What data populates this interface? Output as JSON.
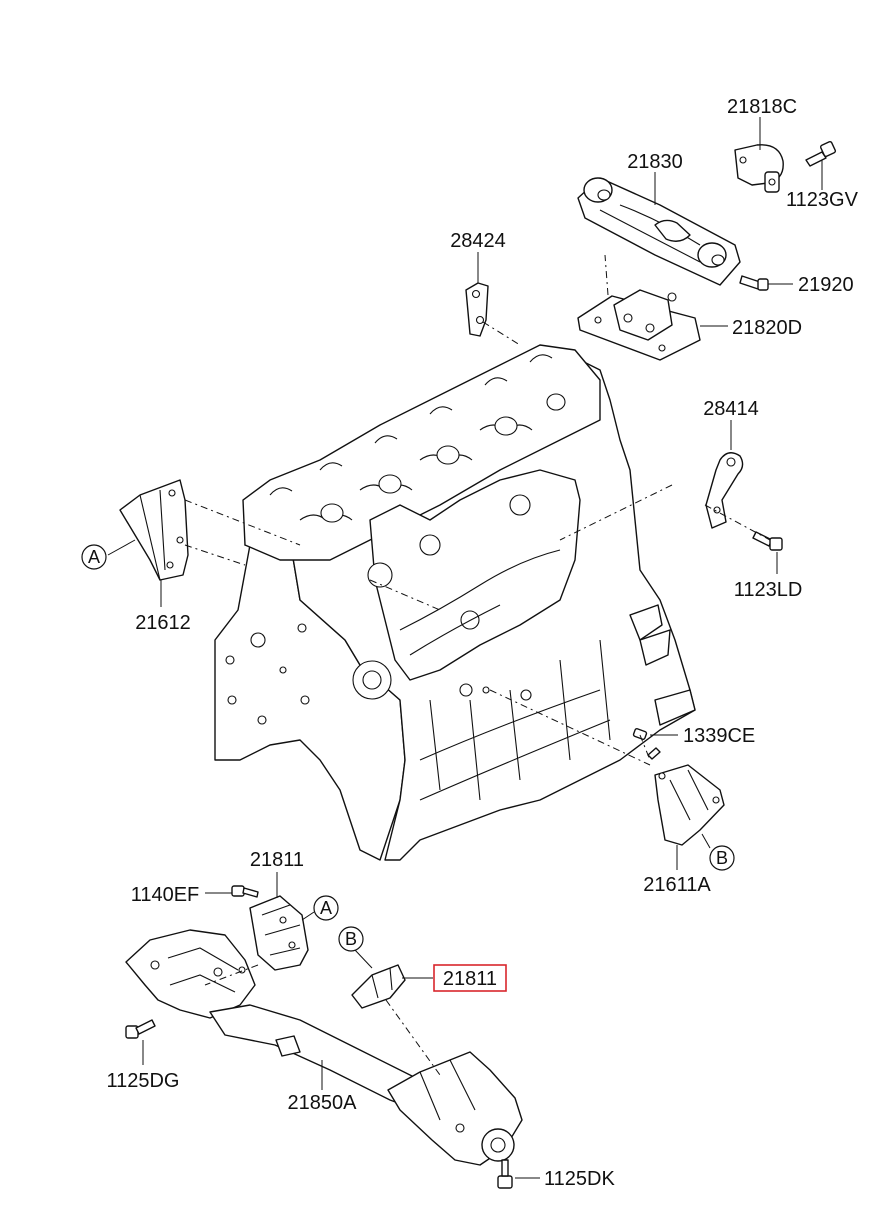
{
  "highlight_color": "#d9262c",
  "part_labels": {
    "p21818C": "21818C",
    "p1123GV": "1123GV",
    "p21830": "21830",
    "p21920": "21920",
    "p21820D": "21820D",
    "p28424": "28424",
    "p28414": "28414",
    "p1123LD": "1123LD",
    "p21612": "21612",
    "p1339CE": "1339CE",
    "p21611A": "21611A",
    "p21811_left": "21811",
    "p1140EF": "1140EF",
    "p21811_highlighted": "21811",
    "p1125DG": "1125DG",
    "p21850A": "21850A",
    "p1125DK": "1125DK"
  },
  "callouts": {
    "a_upper": "A",
    "a_lower": "A",
    "b_upper": "B",
    "b_lower": "B"
  }
}
